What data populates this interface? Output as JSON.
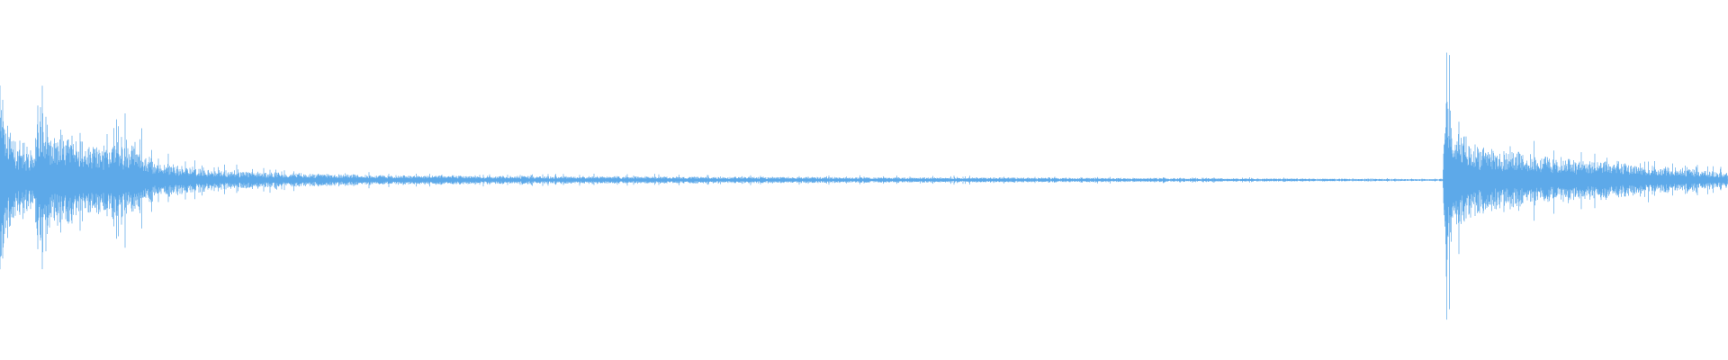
{
  "waveform": {
    "color": "#5DA9E9",
    "background": "#FFFFFF",
    "peak_envelope": [
      [
        0.0,
        0.65
      ],
      [
        0.002,
        0.45
      ],
      [
        0.01,
        0.22
      ],
      [
        0.02,
        0.16
      ],
      [
        0.022,
        0.55
      ],
      [
        0.03,
        0.3
      ],
      [
        0.05,
        0.22
      ],
      [
        0.075,
        0.25
      ],
      [
        0.09,
        0.12
      ],
      [
        0.12,
        0.07
      ],
      [
        0.16,
        0.045
      ],
      [
        0.22,
        0.032
      ],
      [
        0.3,
        0.026
      ],
      [
        0.4,
        0.022
      ],
      [
        0.5,
        0.018
      ],
      [
        0.6,
        0.015
      ],
      [
        0.68,
        0.012
      ],
      [
        0.76,
        0.009
      ],
      [
        0.835,
        0.006
      ],
      [
        0.837,
        0.74
      ],
      [
        0.842,
        0.3
      ],
      [
        0.86,
        0.2
      ],
      [
        0.9,
        0.15
      ],
      [
        0.95,
        0.1
      ],
      [
        1.0,
        0.05
      ]
    ]
  }
}
